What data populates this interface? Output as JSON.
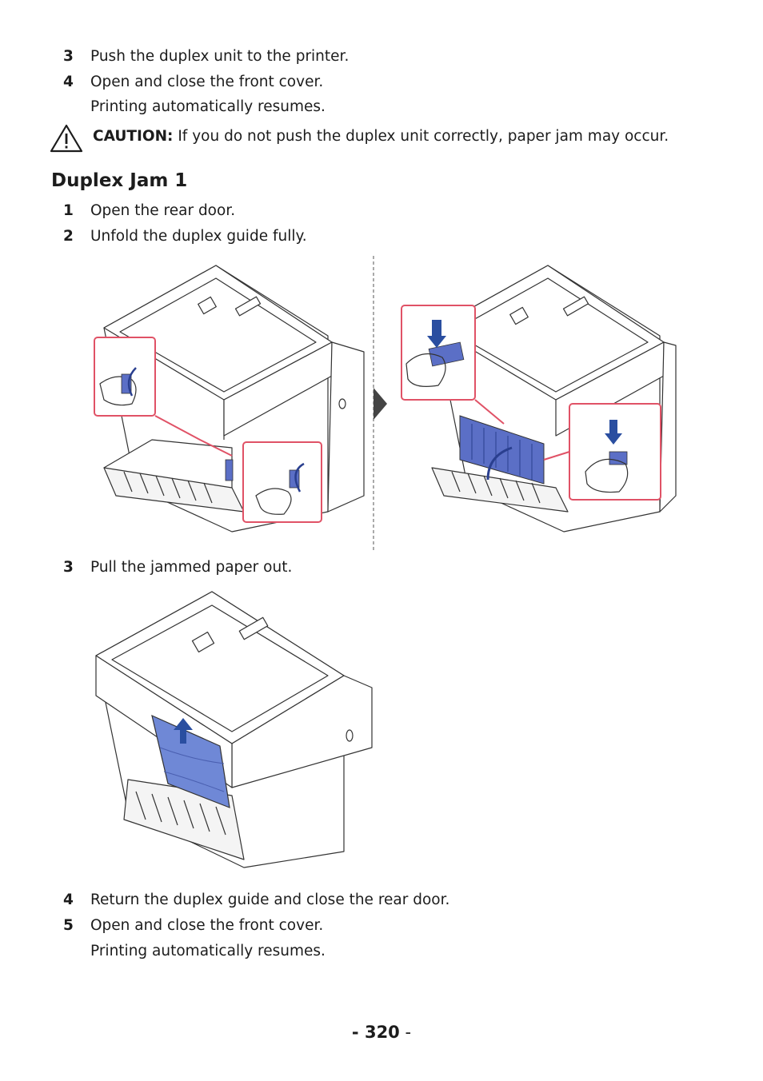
{
  "steps_top": [
    {
      "num": "3",
      "text": "Push the duplex unit to the printer."
    },
    {
      "num": "4",
      "text": "Open and close the front cover."
    }
  ],
  "note_top": "Printing automatically resumes.",
  "caution": {
    "label": "CAUTION:",
    "text": " If you do not push the duplex unit correctly, paper jam may occur."
  },
  "section_title": "Duplex Jam 1",
  "steps_mid": [
    {
      "num": "1",
      "text": "Open the rear door."
    },
    {
      "num": "2",
      "text": "Unfold the duplex guide fully."
    }
  ],
  "step3": {
    "num": "3",
    "text": "Pull the jammed paper out."
  },
  "steps_bottom": [
    {
      "num": "4",
      "text": "Return the duplex guide and close the rear door."
    },
    {
      "num": "5",
      "text": "Open and close the front cover."
    }
  ],
  "note_bottom": "Printing automatically resumes.",
  "page_number": "320",
  "colors": {
    "accent_blue": "#5b6fc6",
    "callout_red": "#e05266",
    "outline": "#333333"
  }
}
